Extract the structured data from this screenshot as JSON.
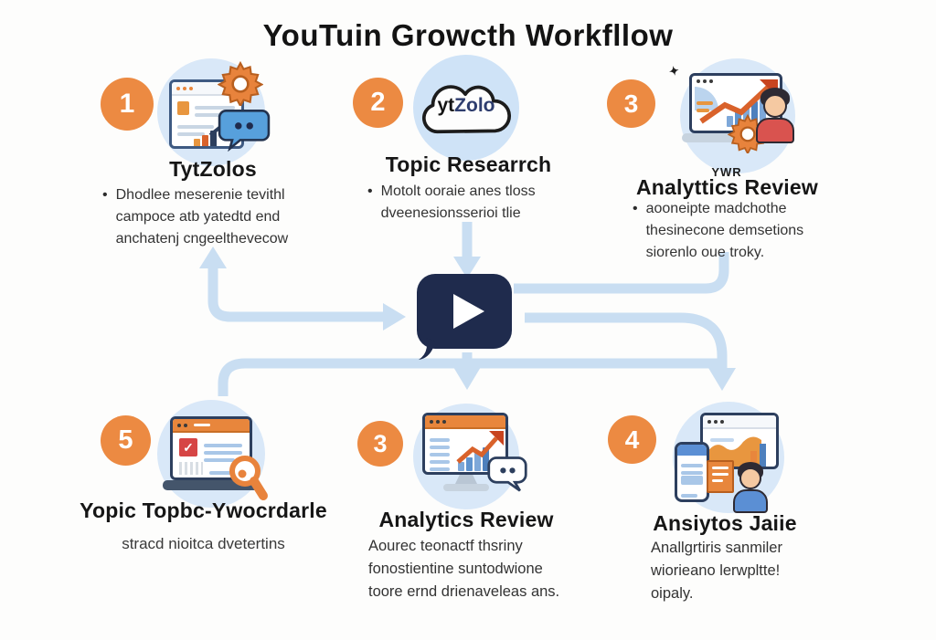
{
  "title": "YouTuin Growcth Workfllow",
  "colors": {
    "accent_orange": "#EC8A42",
    "icon_circle_blue": "#D9E8F8",
    "arrow_blue": "#C9DEF2",
    "navy": "#1F2B4D",
    "heading_text": "#161616",
    "body_text": "#333333"
  },
  "center": {
    "icon": "play-speech-bubble"
  },
  "steps": [
    {
      "number": "1",
      "heading": "TytZolos",
      "bullet": "•",
      "lines": [
        "Dhodlee meserenie tevithl",
        "campoce atb yatedtd end",
        "anchatenj cngeelthevecow"
      ]
    },
    {
      "number": "2",
      "heading": "Topic Researrch",
      "bullet": "•",
      "cloud_text_dark": "yt",
      "cloud_text_blue": "Zolo",
      "lines": [
        "Motolt ooraie anes tloss",
        "dveenesionsserioi tlie"
      ]
    },
    {
      "number": "3",
      "heading": "Analyttics Review",
      "overline": "YWR",
      "bullet": "•",
      "sparkle": "✦",
      "lines": [
        "aooneipte madchothe",
        "thesinecone demsetions",
        "siorenlo oue troky."
      ]
    },
    {
      "number": "5",
      "heading": "Yopic Topbc-Ywocrdarle",
      "lines": [
        "stracd nioitca dvetertins"
      ]
    },
    {
      "number": "3",
      "heading": "Analytics Review",
      "lines": [
        "Aourec teonactf thsriny",
        "fonostientine suntodwione",
        "toore ernd drienaveleas ans."
      ]
    },
    {
      "number": "4",
      "heading": "Ansiytos Jaiie",
      "lines": [
        "Anallgrtiris sanmiler",
        "wiorieano lerwpltte!",
        "oipaly."
      ]
    }
  ]
}
